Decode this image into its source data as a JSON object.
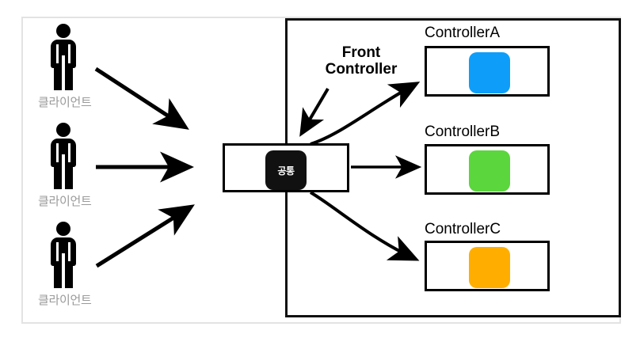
{
  "diagram": {
    "title": "Front Controller pattern diagram",
    "background": "#ffffff",
    "outer_border_color": "#e3e3e3",
    "server_border_color": "#111111"
  },
  "clients": [
    {
      "icon": "person-icon",
      "label": "클라이언트"
    },
    {
      "icon": "person-icon",
      "label": "클라이언트"
    },
    {
      "icon": "person-icon",
      "label": "클라이언트"
    }
  ],
  "annotation": {
    "front_controller_line1": "Front",
    "front_controller_line2": "Controller",
    "pointer": "down-left-arrow"
  },
  "front_controller_box": {
    "chip_label": "공통",
    "chip_color": "#111111",
    "chip_text_color": "#ffffff",
    "border_color": "#000000"
  },
  "controllers": [
    {
      "title": "ControllerA",
      "chip_color": "#0E9EF9"
    },
    {
      "title": "ControllerB",
      "chip_color": "#5BD63C"
    },
    {
      "title": "ControllerC",
      "chip_color": "#FFAE00"
    }
  ],
  "arrows": {
    "client_to_front": "solid-black-arrow",
    "front_to_controller": "solid-black-arrow",
    "annotation_pointer": "solid-black-arrow"
  },
  "colors": {
    "blue": "#0E9EF9",
    "green": "#5BD63C",
    "orange": "#FFAE00",
    "label_gray": "#9a9a9a",
    "ink": "#000000"
  }
}
